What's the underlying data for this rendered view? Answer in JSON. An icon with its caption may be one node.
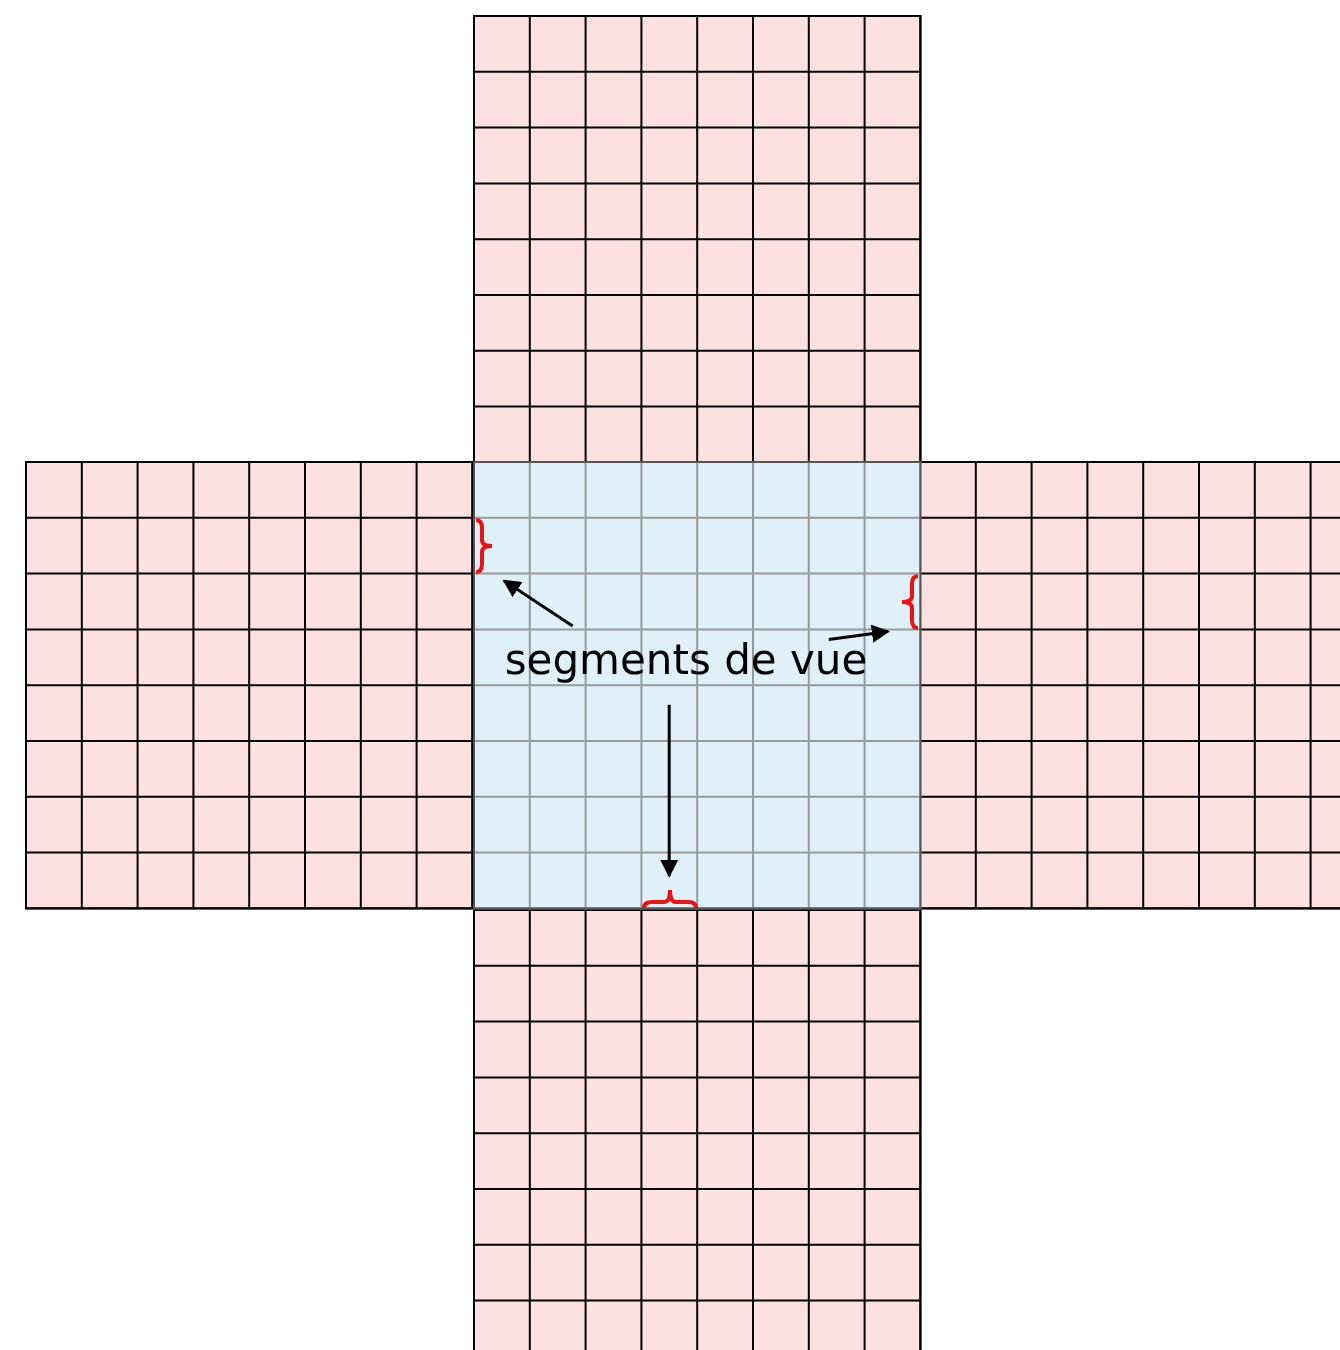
{
  "diagram": {
    "nodes": [
      {
        "text": [
          "segments de vue"
        ]
      },
      {
        "text": [],
        "shape": "bracket"
      },
      {
        "text": [],
        "shape": "bracket"
      },
      {
        "text": [],
        "shape": "bracket"
      }
    ],
    "edges": [
      {
        "from": 0,
        "to": 1,
        "arrow": "to"
      },
      {
        "from": 0,
        "to": 2,
        "arrow": "to"
      },
      {
        "from": 0,
        "to": 3,
        "arrow": "to"
      }
    ]
  }
}
